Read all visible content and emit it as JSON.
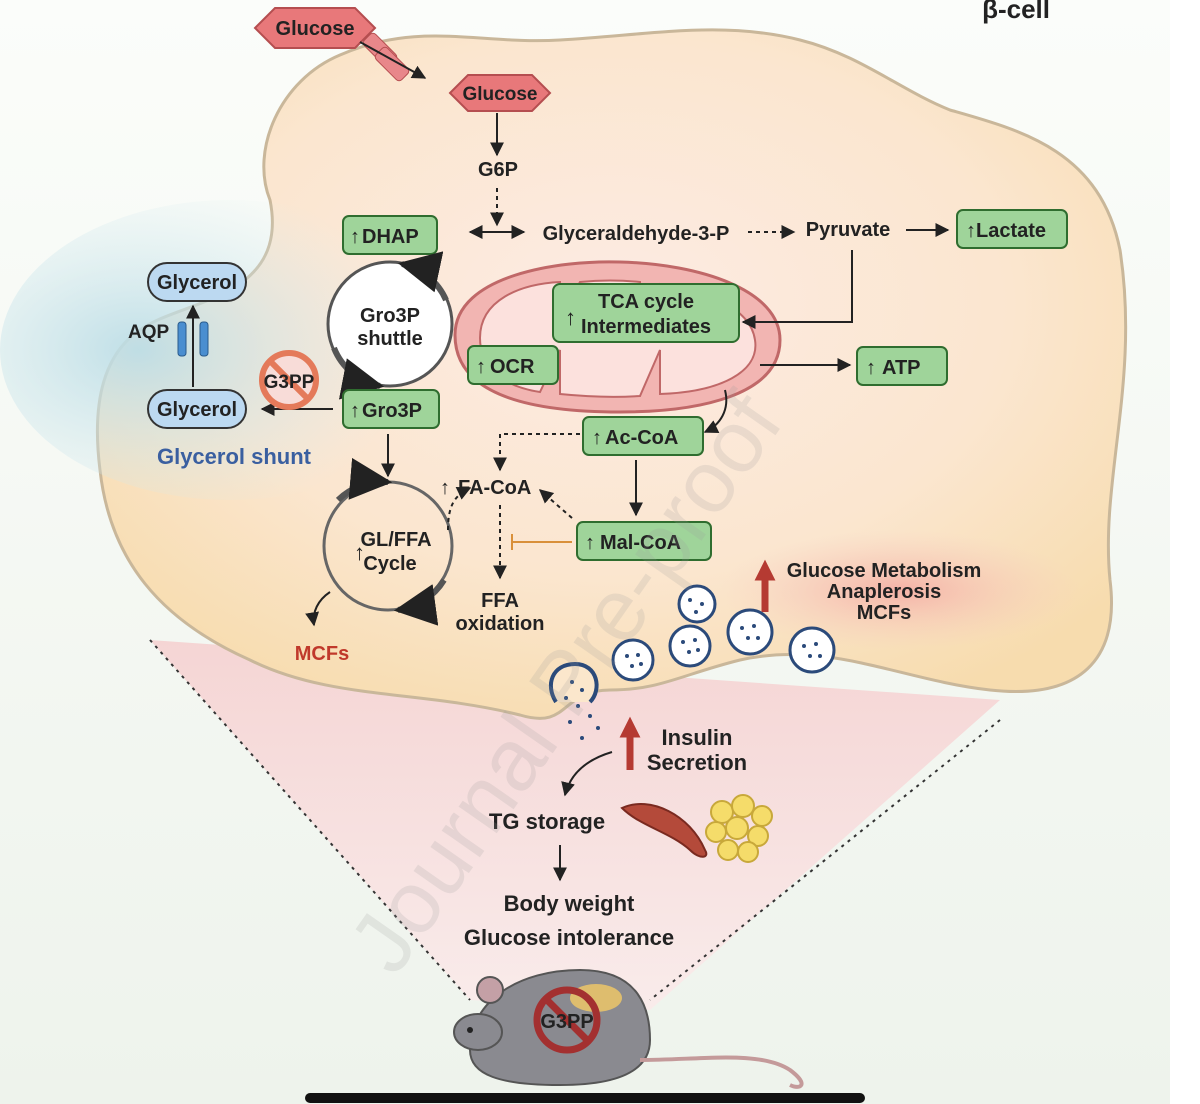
{
  "cell_label": "β-cell",
  "glucose_outside": "Glucose",
  "glucose_inside": "Glucose",
  "g6p": "G6P",
  "glyceraldehyde": "Glyceraldehyde-3-P",
  "pyruvate": "Pyruvate",
  "lactate": "Lactate",
  "dhap": "DHAP",
  "shuttle": {
    "line1": "Gro3P",
    "line2": "shuttle"
  },
  "gro3p": "Gro3P",
  "glycerol_top": "Glycerol",
  "glycerol_bottom": "Glycerol",
  "aqp": "AQP",
  "g3pp_enzyme": "G3PP",
  "glycerol_shunt": "Glycerol shunt",
  "tca": {
    "line1": "TCA cycle",
    "line2": "Intermediates"
  },
  "ocr": "OCR",
  "atp": "ATP",
  "ac_coa": "Ac-CoA",
  "mal_coa": "Mal-CoA",
  "fa_coa": "FA-CoA",
  "gl_ffa": {
    "line1": "GL/FFA",
    "line2": "Cycle"
  },
  "ffa_ox": {
    "line1": "FFA",
    "line2": "oxidation"
  },
  "mcfs": "MCFs",
  "effects": {
    "line1": "Glucose Metabolism",
    "line2": "Anaplerosis",
    "line3": "MCFs"
  },
  "insulin": {
    "line1": "Insulin",
    "line2": "Secretion"
  },
  "tg_storage": "TG storage",
  "outcomes": {
    "line1": "Body weight",
    "line2": "Glucose intolerance"
  },
  "mouse_label": "G3PP",
  "watermark": "Journal Pre-proof",
  "colors": {
    "green_fill": "#9fd49a",
    "green_stroke": "#2f6d2f",
    "glucose_fill": "#e8787a",
    "blue_fill": "#bcd9f1",
    "shunt_text": "#3a5fa0",
    "mcf_text": "#c0392b",
    "red_arrow": "#b53a32",
    "cell_fill": "#fbe7cc",
    "mito_fill": "#f2b5b2"
  }
}
